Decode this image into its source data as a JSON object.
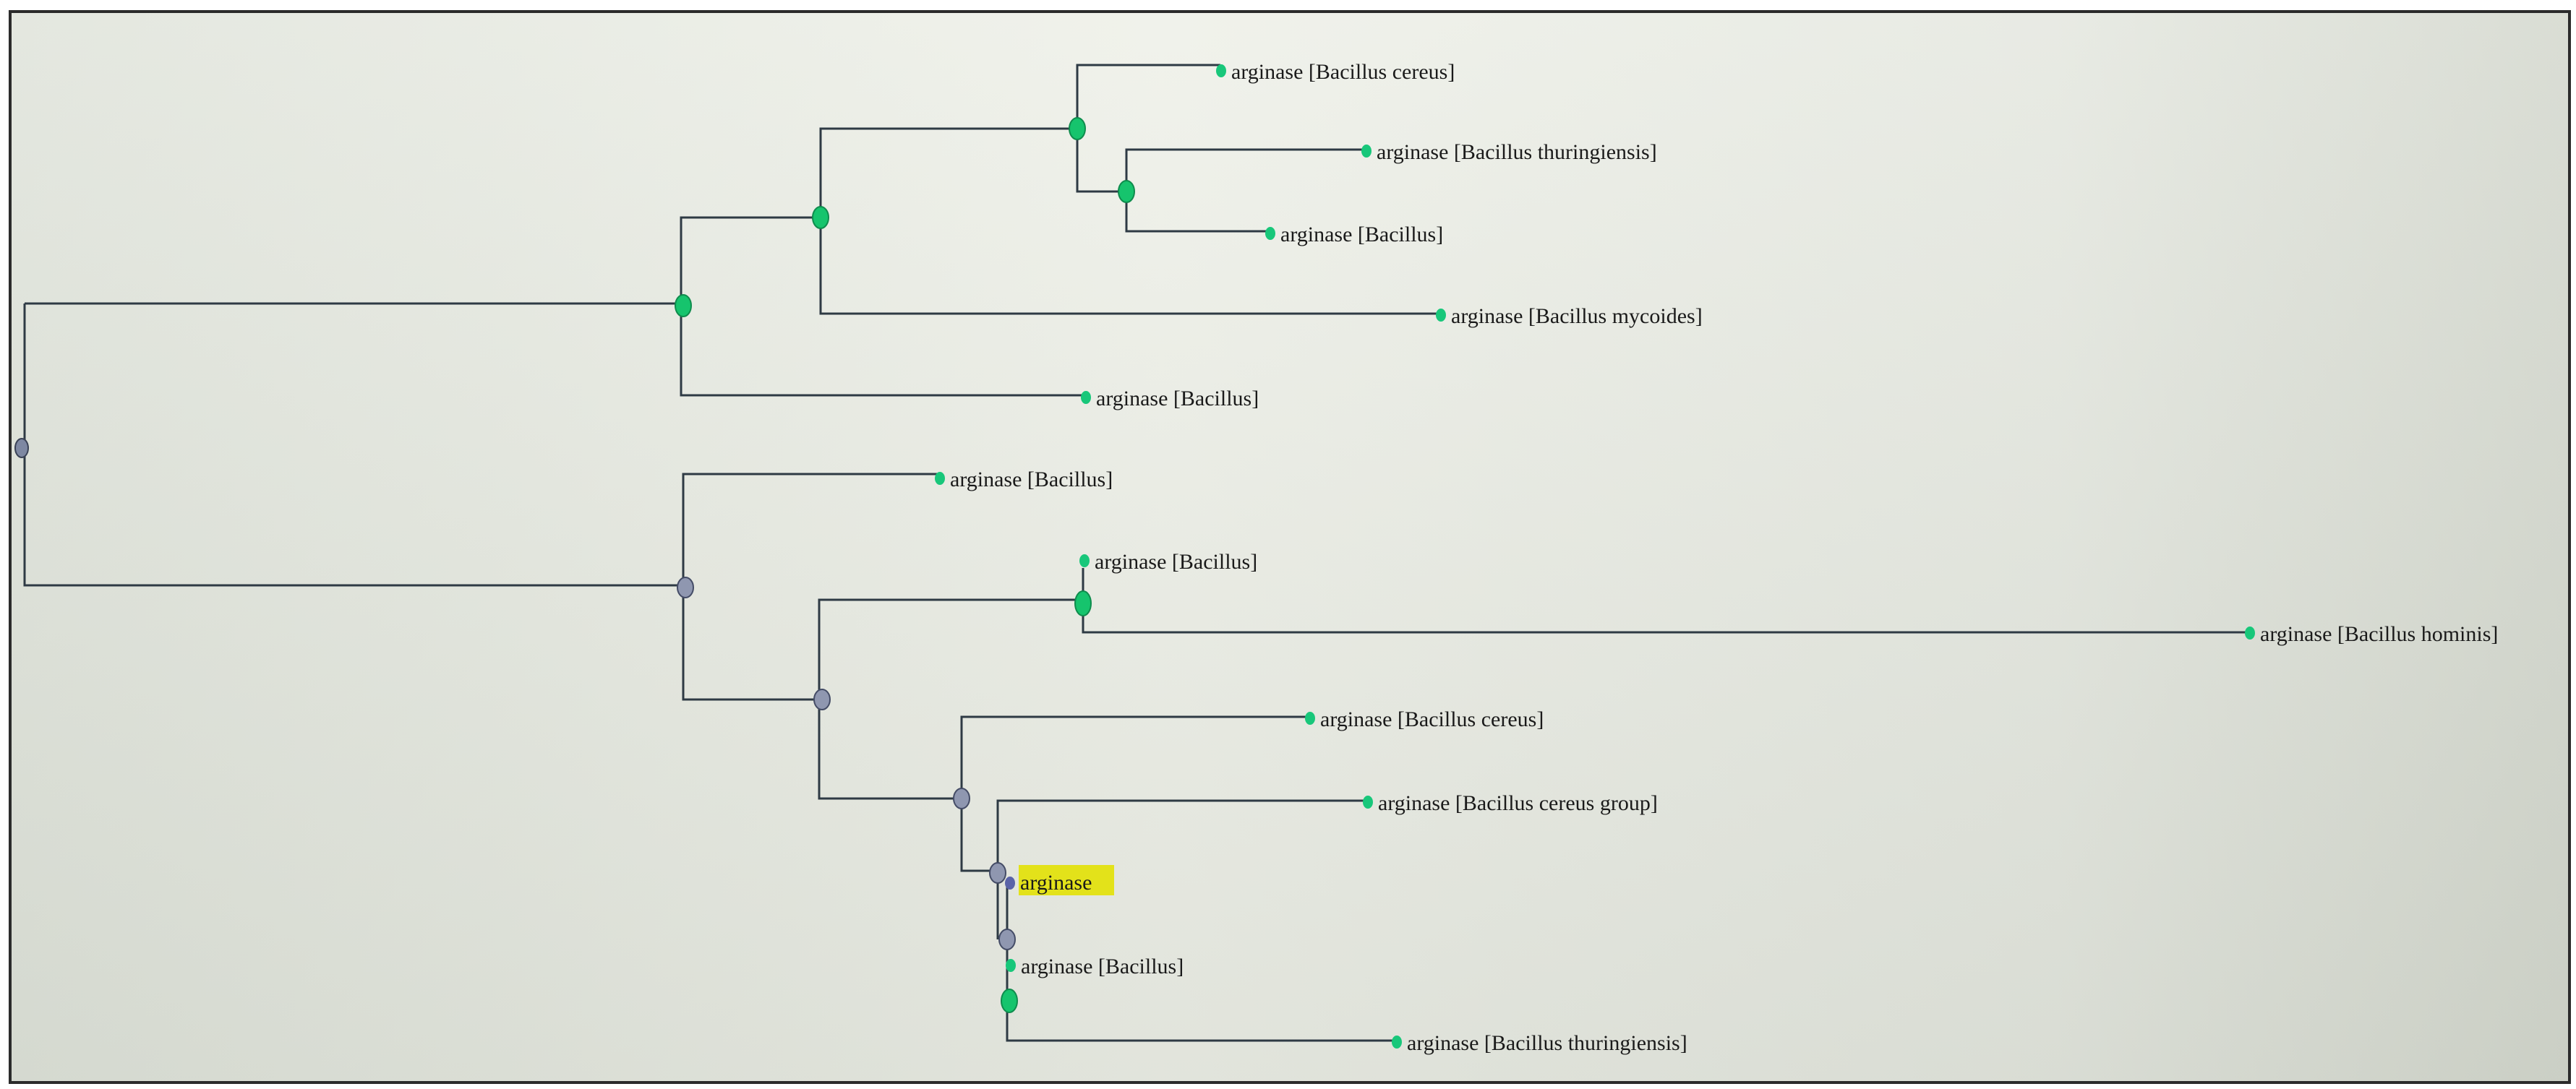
{
  "colors": {
    "background_light": "#eef0e8",
    "background_dark": "#d6dad0",
    "frame": "#2b2b2b",
    "branch": "#2e3a44",
    "leaf_node": "#18c77a",
    "internal_node_green": "#16c46d",
    "internal_node_grey": "#8f97b0",
    "query_node": "#5a63a8",
    "query_highlight": "#e3e21a"
  },
  "icons": {
    "leaf_marker": "green-dot-icon",
    "internal_marker": "node-circle-icon"
  },
  "tree": {
    "leaves": [
      {
        "id": "l1",
        "label": "arginase [Bacillus cereus]",
        "highlight": false
      },
      {
        "id": "l2",
        "label": "arginase [Bacillus thuringiensis]",
        "highlight": false
      },
      {
        "id": "l3",
        "label": "arginase [Bacillus]",
        "highlight": false
      },
      {
        "id": "l4",
        "label": "arginase [Bacillus mycoides]",
        "highlight": false
      },
      {
        "id": "l5",
        "label": "arginase [Bacillus]",
        "highlight": false
      },
      {
        "id": "l6",
        "label": "arginase [Bacillus]",
        "highlight": false
      },
      {
        "id": "l7",
        "label": "arginase [Bacillus]",
        "highlight": false
      },
      {
        "id": "l8",
        "label": "arginase [Bacillus hominis]",
        "highlight": false
      },
      {
        "id": "l9",
        "label": "arginase [Bacillus cereus]",
        "highlight": false
      },
      {
        "id": "l10",
        "label": "arginase [Bacillus cereus group]",
        "highlight": false
      },
      {
        "id": "l11",
        "label": "arginase",
        "highlight": true
      },
      {
        "id": "l12",
        "label": "arginase [Bacillus]",
        "highlight": false
      },
      {
        "id": "l13",
        "label": "arginase [Bacillus thuringiensis]",
        "highlight": false
      }
    ]
  }
}
